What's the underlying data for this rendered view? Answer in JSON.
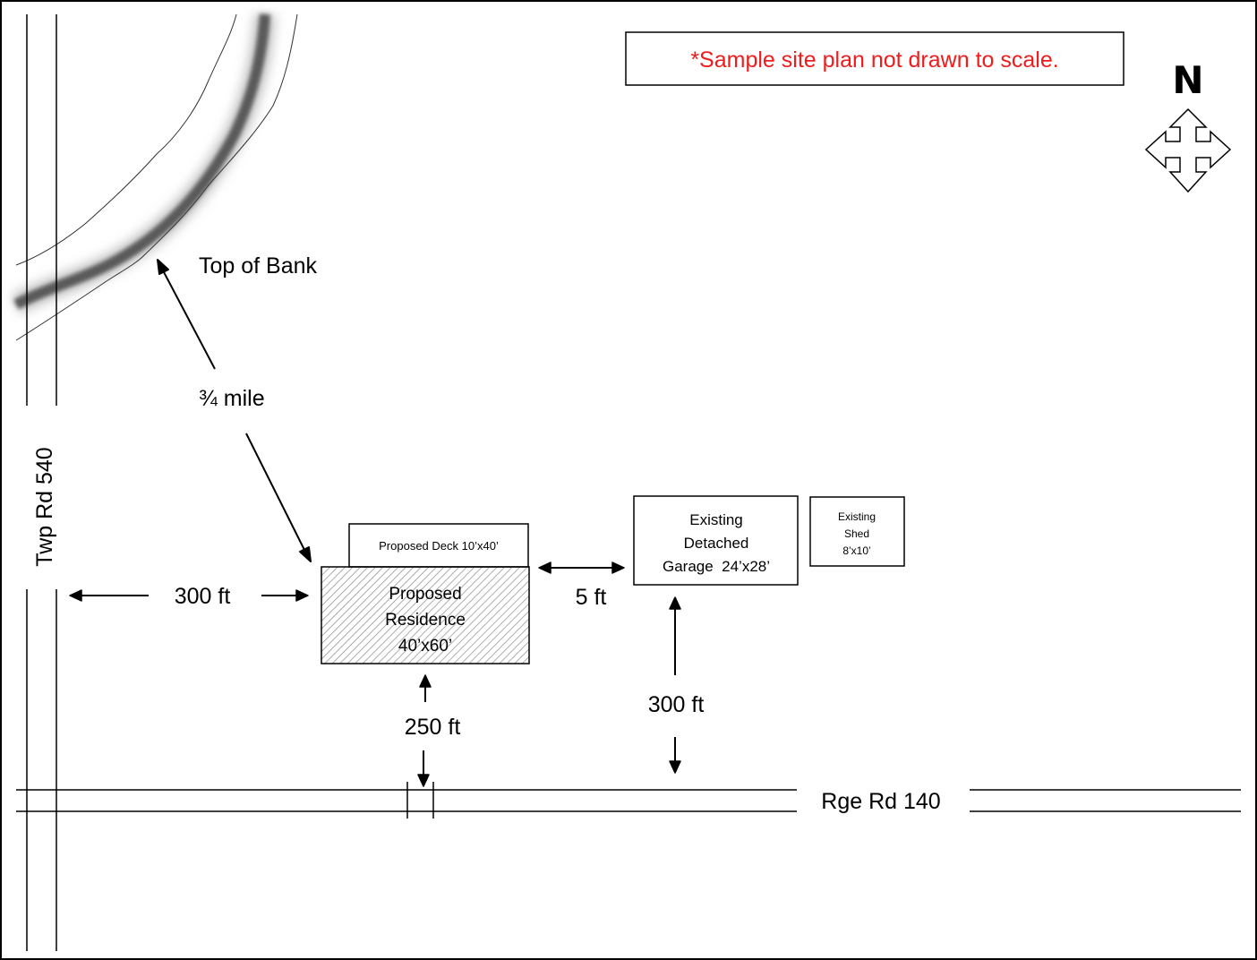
{
  "note": "*Sample site plan not drawn to scale.",
  "north_label": "N",
  "colors": {
    "note_text": "#ee1c1c",
    "line": "#000000",
    "river": "#5a5a5a",
    "hatch": "#8a8a8a",
    "background": "#ffffff"
  },
  "labels": {
    "top_of_bank": "Top of Bank",
    "distance_to_bank": "¾ mile",
    "twp_road": "Twp Rd 540",
    "rge_road": "Rge Rd 140",
    "setback_west": "300 ft",
    "setback_garage": "5 ft",
    "setback_south_residence": "250 ft",
    "setback_south_garage": "300 ft"
  },
  "structures": {
    "deck": "Proposed Deck 10’x40’",
    "residence": [
      "Proposed",
      "Residence",
      "40’x60’"
    ],
    "garage": [
      "Existing",
      "Detached",
      "Garage  24’x28’"
    ],
    "shed": [
      "Existing",
      "Shed",
      "8’x10’"
    ]
  },
  "icons": {
    "compass": "four-way-arrow-icon",
    "river": "river-icon"
  }
}
